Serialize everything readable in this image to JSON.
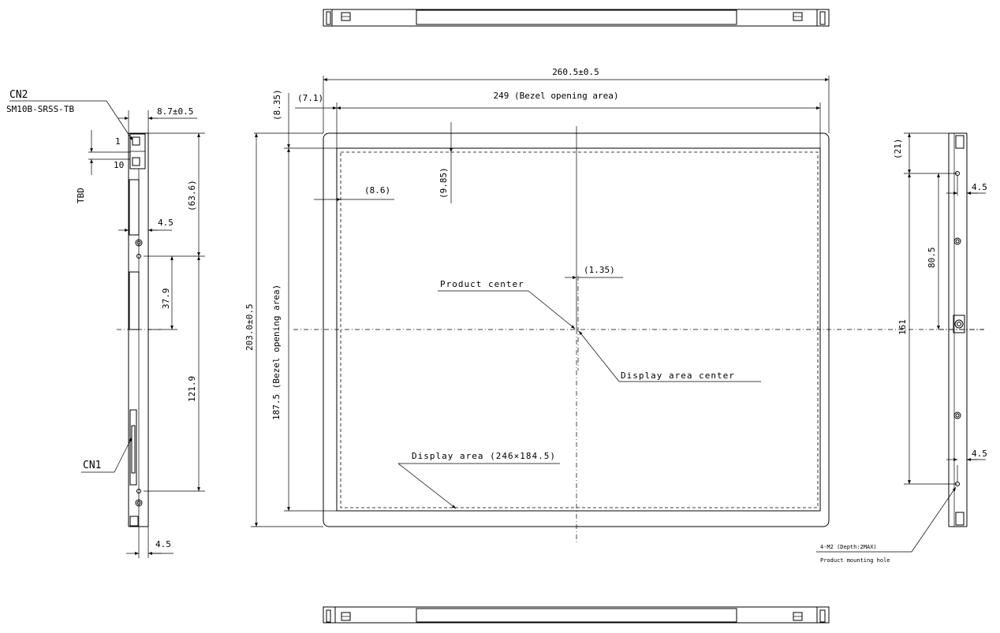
{
  "front_view": {
    "overall_width_dim": "260.5±0.5",
    "bezel_width_dim": "249 (Bezel opening area)",
    "overall_height_dim": "203.0±0.5",
    "bezel_height_dim": "187.5 (Bezel opening area)",
    "top_offset_dim": "(8.35)",
    "left_offset_dim": "(7.1)",
    "display_left_dim": "(8.6)",
    "display_top_dim": "(9.85)",
    "center_offset_dim": "(1.35)",
    "product_center_label": "Product center",
    "display_center_label": "Display area center",
    "display_area_label": "Display area (246×184.5)"
  },
  "left_view": {
    "cn2_label": "CN2",
    "cn2_part": "SM10B-SRSS-TB",
    "cn1_label": "CN1",
    "pin1": "1",
    "pin10": "10",
    "tbd": "TBD",
    "thickness_dim": "8.7±0.5",
    "dim_63_6": "(63.6)",
    "dim_37_9": "37.9",
    "dim_121_9": "121.9",
    "dim_4_5_top": "4.5",
    "dim_4_5_bottom": "4.5"
  },
  "right_view": {
    "dim_21": "(21)",
    "dim_4_5_top": "4.5",
    "dim_80_5": "80.5",
    "dim_161": "161",
    "dim_4_5_bottom": "4.5",
    "mount_callout": "4-M2 (Depth:2MAX)",
    "mount_label": "Product mounting hole"
  }
}
